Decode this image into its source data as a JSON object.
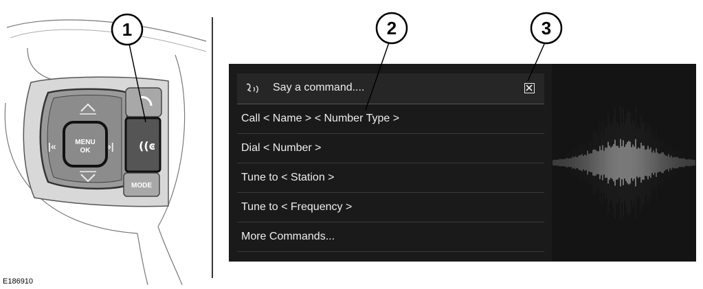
{
  "figure_id": "E186910",
  "callouts": [
    "1",
    "2",
    "3"
  ],
  "steering_controls": {
    "menu_ok_label": [
      "MENU",
      "OK"
    ],
    "mode_label": "MODE",
    "voice_icon": "voice-speech-icon",
    "phone_icon": "phone-icon"
  },
  "voice_screen": {
    "header": {
      "icon": "voice-speech-icon",
      "title": "Say a command....",
      "close_icon": "close-icon"
    },
    "commands": [
      "Call < Name > < Number Type >",
      "Dial < Number >",
      "Tune to < Station >",
      "Tune to < Frequency >",
      "More Commands..."
    ],
    "waveform": "audio-waveform",
    "colors": {
      "background": "#1a1a1a",
      "text": "#eeeeee",
      "divider": "#3a3a3a"
    }
  }
}
